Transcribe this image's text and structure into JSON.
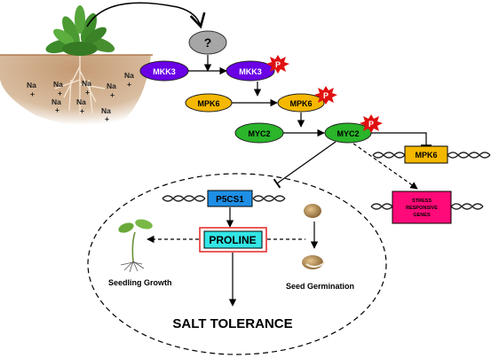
{
  "soil": {
    "ions": [
      "Na",
      "+",
      "Na",
      "+",
      "Na",
      "+",
      "Na",
      "+",
      "Na",
      "+",
      "Na",
      "+",
      "Na",
      "+",
      "Na",
      "+"
    ]
  },
  "nodes": {
    "unknown": "?",
    "mkk3": "MKK3",
    "mkk3_p": "MKK3",
    "mpk6": "MPK6",
    "mpk6_p": "MPK6",
    "myc2": "MYC2",
    "myc2_p": "MYC2",
    "mpk6_target": "MPK6",
    "p5cs1": "P5CS1",
    "stress_genes": [
      "STRESS",
      "RESPONSIVE",
      "GENES"
    ],
    "proline": "PROLINE",
    "phospho": "P"
  },
  "labels": {
    "seedling_growth": "Seedling Growth",
    "seed_germination": "Seed Germination",
    "salt_tolerance": "SALT TOLERANCE"
  },
  "colors": {
    "mkk3": "#6a00e6",
    "mpk6": "#f5b800",
    "myc2": "#2ab52a",
    "unknown": "#a6a6a6",
    "p5cs1": "#1e8fe6",
    "stress": "#ff0a78",
    "proline_fill": "#33e6e6",
    "proline_border": "#e63232",
    "phospho": "#e01010"
  }
}
